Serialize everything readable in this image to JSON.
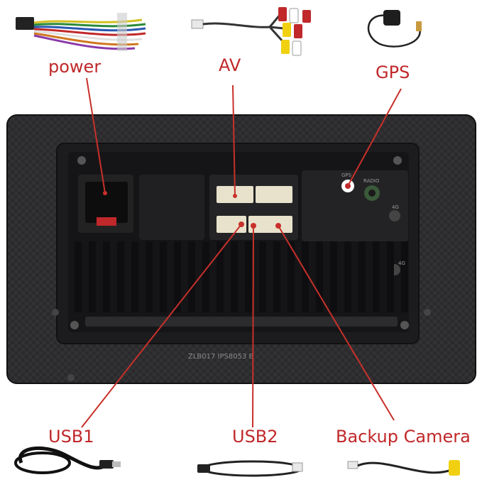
{
  "labels": {
    "power": "power",
    "av": "AV",
    "gps": "GPS",
    "usb1": "USB1",
    "usb2": "USB2",
    "backup_camera": "Backup Camera"
  },
  "unit_markings": {
    "gps_port": "GPS",
    "radio_port": "RADIO",
    "port_4g_top": "4G",
    "port_4g_bottom": "4G",
    "serial": "ZLB017 IPS8053 B"
  },
  "colors": {
    "label": "#c0282a",
    "callout_line": "#c8302a",
    "unit_body": "#2a2a2c",
    "connector": "#e8e2cc",
    "background": "#ffffff"
  }
}
